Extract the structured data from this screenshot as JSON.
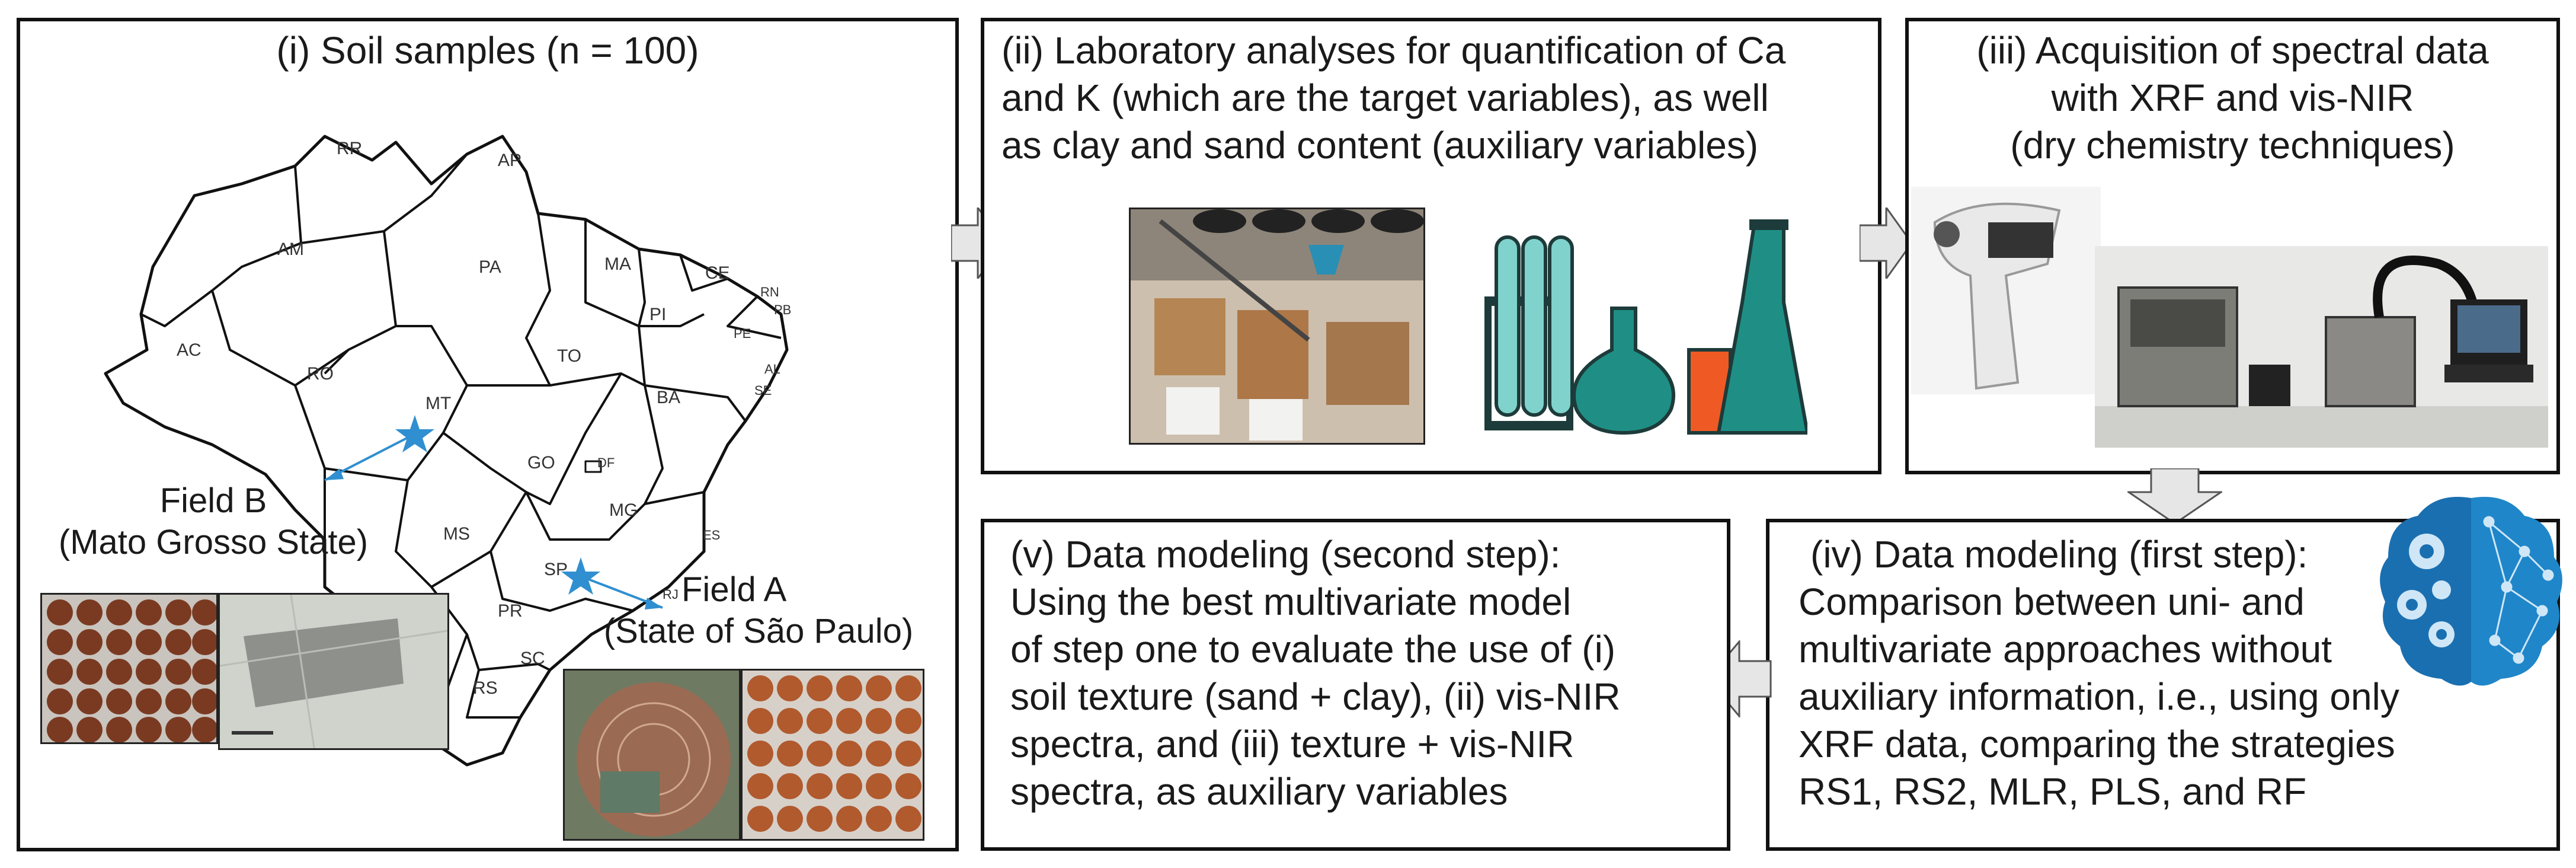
{
  "panels": {
    "soil": {
      "title": "(i) Soil samples (n = 100)"
    },
    "lab": {
      "lines": [
        "(ii) Laboratory analyses for quantification of Ca",
        "and K (which are the target variables), as well",
        "as clay and sand content (auxiliary  variables)"
      ]
    },
    "acq": {
      "lines": [
        "(iii) Acquisition of spectral data",
        "with XRF and vis-NIR",
        "(dry chemistry techniques)"
      ]
    },
    "model1": {
      "lines": [
        "(iv) Data modeling (first step):",
        "Comparison between uni- and",
        "multivariate approaches without",
        "auxiliary information, i.e., using only",
        "XRF data, comparing the strategies",
        "RS1, RS2, MLR, PLS, and RF"
      ]
    },
    "model2": {
      "lines": [
        "(v) Data modeling (second step):",
        "Using the best multivariate model",
        "of step one to evaluate the use of (i)",
        "soil texture (sand + clay), (ii) vis-NIR",
        "spectra, and (iii) texture + vis-NIR",
        "spectra, as auxiliary  variables"
      ]
    }
  },
  "map": {
    "states": {
      "rr": "RR",
      "ap": "AP",
      "am": "AM",
      "pa": "PA",
      "ma": "MA",
      "ce": "CE",
      "rn": "RN",
      "pb": "PB",
      "pi": "PI",
      "pe": "PE",
      "al": "AL",
      "se": "SE",
      "ac": "AC",
      "ro": "RO",
      "to": "TO",
      "ba": "BA",
      "mt": "MT",
      "go": "GO",
      "df": "DF",
      "mg": "MG",
      "ms": "MS",
      "sp": "SP",
      "es": "ES",
      "rj": "RJ",
      "pr": "PR",
      "sc": "SC",
      "rs": "RS"
    },
    "field_b": {
      "name": "Field B",
      "state": "(Mato Grosso State)"
    },
    "field_a": {
      "name": "Field A",
      "state": "(State of São Paulo)"
    },
    "star_color": "#2f8fd0"
  },
  "colors": {
    "teal": "#1f8f85",
    "teal_light": "#7fd3cc",
    "orange": "#ef5a24",
    "arrow_fill": "#e6e6e6",
    "brain": "#1a6fb0"
  }
}
